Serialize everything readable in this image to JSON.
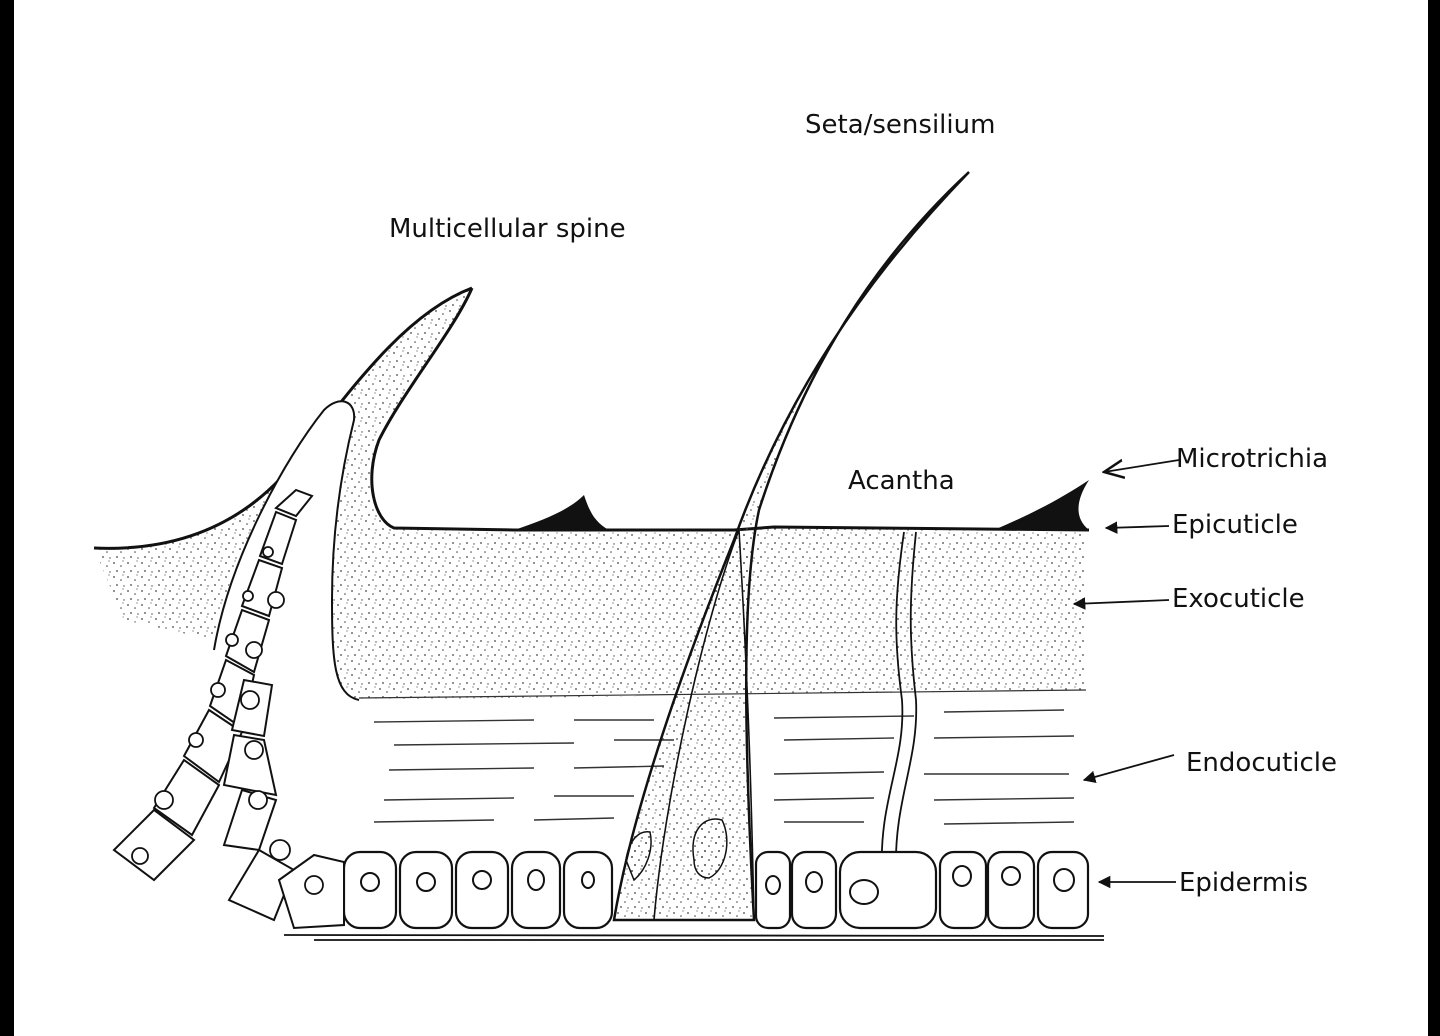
{
  "labels": {
    "seta": "Seta/sensilium",
    "spine": "Multicellular spine",
    "acantha": "Acantha",
    "microtrichia": "Microtrichia",
    "epicuticle": "Epicuticle",
    "exocuticle": "Exocuticle",
    "endocuticle": "Endocuticle",
    "epidermis": "Epidermis"
  }
}
